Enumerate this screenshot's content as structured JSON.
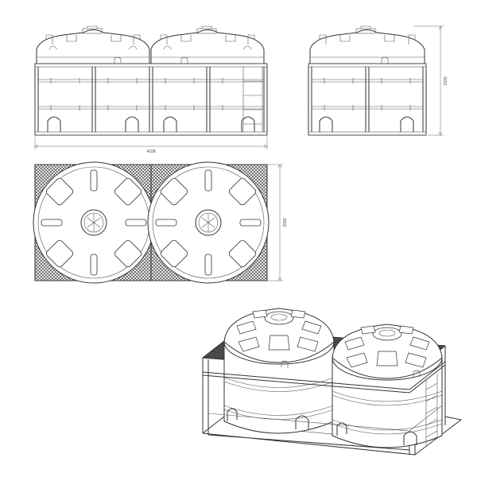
{
  "drawing": {
    "dimensions": {
      "front_width": "4108",
      "side_height": "1930",
      "top_depth": "2050"
    },
    "colors": {
      "line": "#333333",
      "hatch": "#444444",
      "background": "#ffffff"
    }
  }
}
